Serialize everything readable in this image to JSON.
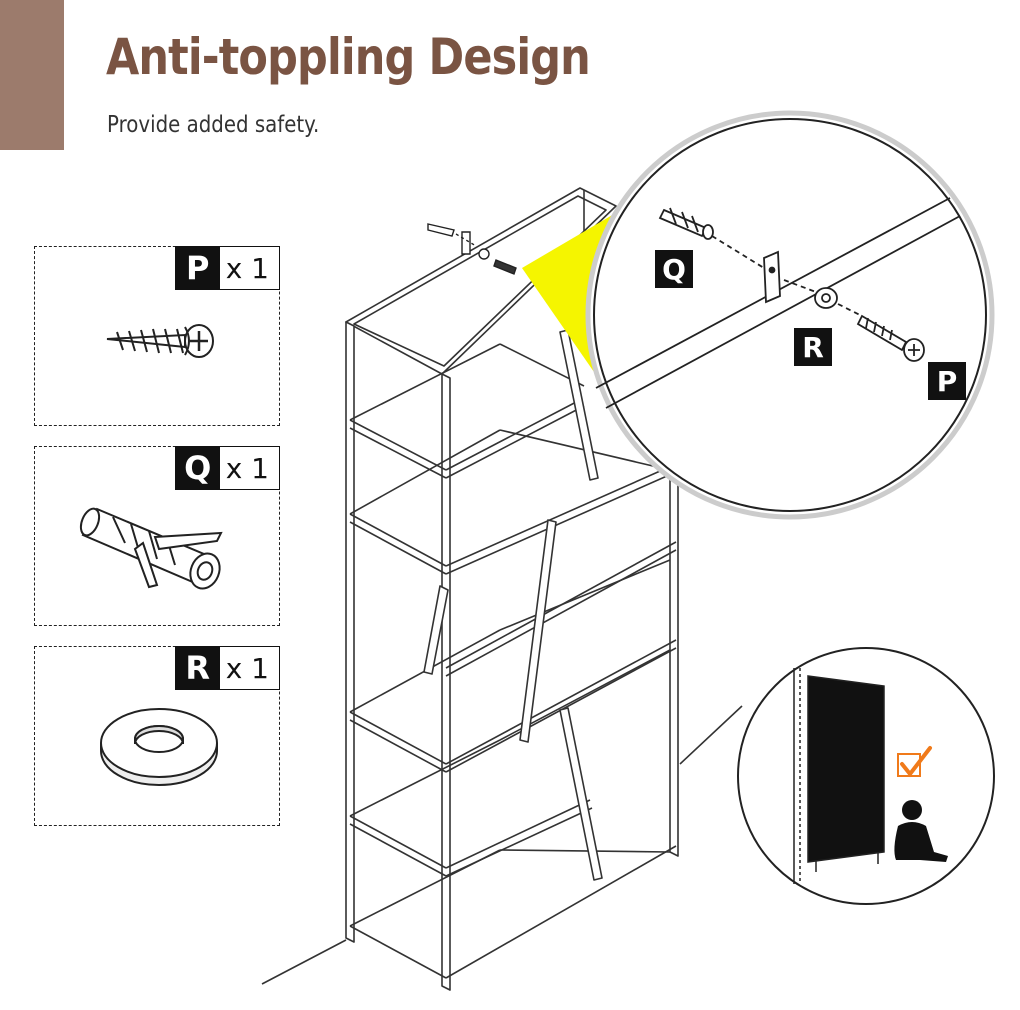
{
  "header": {
    "title": "Anti-toppling Design",
    "subtitle": "Provide added safety."
  },
  "colors": {
    "accent": "#9c7b6c",
    "title": "#7a5443",
    "highlight": "#f5f500",
    "check": "#f07a1a"
  },
  "parts": [
    {
      "letter": "P",
      "qty": "x 1",
      "icon": "screw-icon"
    },
    {
      "letter": "Q",
      "qty": "x 1",
      "icon": "wall-anchor-icon"
    },
    {
      "letter": "R",
      "qty": "x 1",
      "icon": "washer-icon"
    }
  ],
  "detail_callouts": {
    "q": "Q",
    "r": "R",
    "p": "P"
  }
}
